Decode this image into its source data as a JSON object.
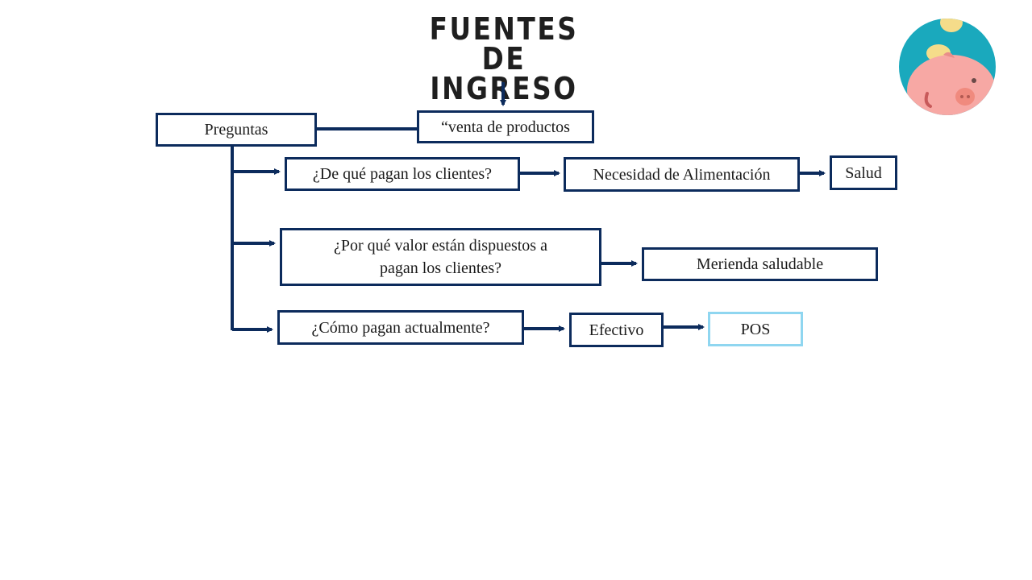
{
  "title": {
    "line1": "FUENTES DE",
    "line2": "INGRESO"
  },
  "nodes": {
    "venta": "“venta de productos",
    "preguntas": "Preguntas",
    "q1": "¿De qué pagan los clientes?",
    "q1_answer": "Necesidad de Alimentación",
    "q1_result": "Salud",
    "q2_line1": "¿Por qué valor están dispuestos a",
    "q2_line2": "pagan los clientes?",
    "q2_answer": "Merienda saludable",
    "q3": "¿Cómo pagan actualmente?",
    "q3_answer": "Efectivo",
    "q3_result": "POS"
  },
  "colors": {
    "navy": "#0c2b5c",
    "light_border": "#8fd6f0",
    "pig_bg": "#1aa9bd",
    "pig_body": "#f7a8a4"
  },
  "logo_icon": "piggy-bank-icon"
}
